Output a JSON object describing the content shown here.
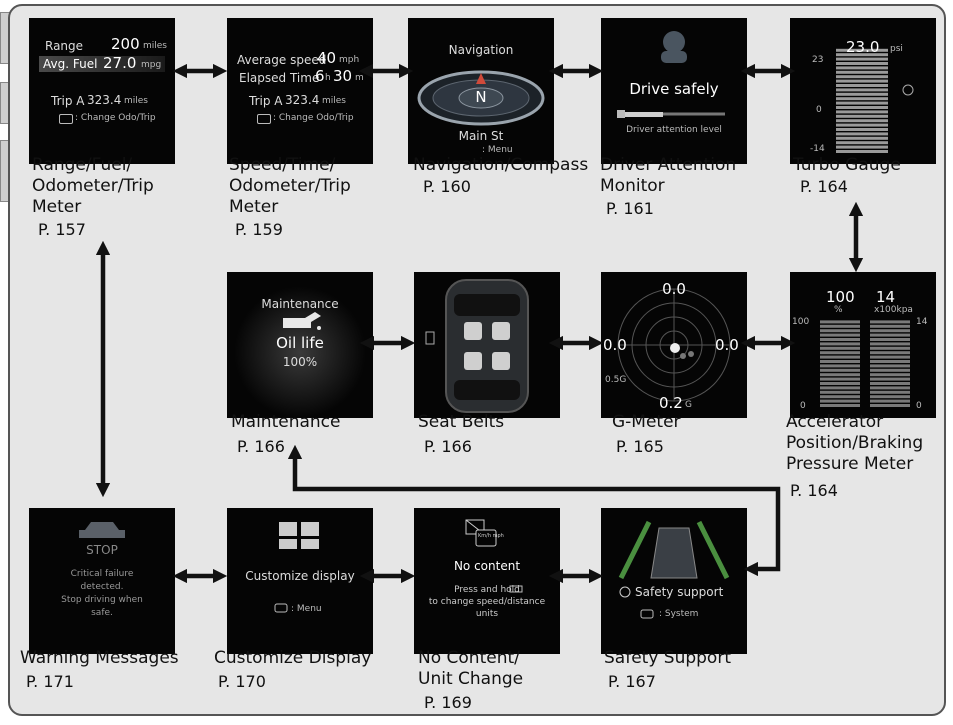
{
  "screens": {
    "range_fuel": {
      "caption": "Range/Fuel/\nOdometer/Trip\nMeter",
      "page": "P. 157",
      "range_label": "Range",
      "range_value": "200",
      "range_unit": "miles",
      "fuel_label": "Avg. Fuel",
      "fuel_value": "27.0",
      "fuel_unit": "mpg",
      "trip_label": "Trip A",
      "trip_value": "323.4",
      "trip_unit": "miles",
      "hint": ": Change Odo/Trip"
    },
    "speed_time": {
      "caption": "Speed/Time/\nOdometer/Trip\nMeter",
      "page": "P. 159",
      "speed_label": "Average speed",
      "speed_value": "40",
      "speed_unit": "mph",
      "time_label": "Elapsed Time",
      "time_h": "6",
      "time_h_unit": "h",
      "time_m": "30",
      "time_m_unit": "m",
      "trip_label": "Trip A",
      "trip_value": "323.4",
      "trip_unit": "miles",
      "hint": ": Change Odo/Trip"
    },
    "navigation": {
      "caption": "Navigation/Compass",
      "page": "P. 160",
      "title": "Navigation",
      "heading": "N",
      "street": "Main St",
      "hint": ": Menu"
    },
    "driver_attention": {
      "caption": "Driver Attention\nMonitor",
      "page": "P. 161",
      "title": "Drive safely",
      "level_label": "Driver attention level"
    },
    "turbo": {
      "caption": "Turbo Gauge",
      "page": "P. 164",
      "value": "23.0",
      "unit": "psi",
      "scale_top": "23",
      "scale_mid": "0",
      "scale_bottom": "-14"
    },
    "maintenance": {
      "caption": "Maintenance",
      "page": "P. 166",
      "title": "Maintenance",
      "item": "Oil life",
      "percent": "100%"
    },
    "seat_belts": {
      "caption": "Seat Belts",
      "page": "P. 166"
    },
    "g_meter": {
      "caption": "G-Meter",
      "page": "P. 165",
      "top": "0.0",
      "left": "0.0",
      "right": "0.0",
      "bottom_value": "0.2",
      "bottom_unit": "G",
      "ring_label": "0.5G"
    },
    "accelerator": {
      "caption": "Accelerator\nPosition/Braking\nPressure Meter",
      "page": "P. 164",
      "accel_value": "100",
      "accel_unit": "%",
      "brake_value": "14",
      "brake_unit": "x100kpa",
      "left_top": "100",
      "left_bottom": "0",
      "right_top": "14",
      "right_bottom": "0"
    },
    "warning": {
      "caption": "Warning Messages",
      "page": "P. 171",
      "title": "STOP",
      "message": "Critical failure\ndetected.\nStop driving when\nsafe."
    },
    "customize": {
      "caption": "Customize Display",
      "page": "P. 170",
      "title": "Customize display",
      "hint": ": Menu"
    },
    "no_content": {
      "caption": "No Content/\nUnit Change",
      "page": "P. 169",
      "title": "No content",
      "icon_text": "Km/h mph",
      "instruction": "Press and hold\nto change speed/distance\nunits"
    },
    "safety": {
      "caption": "Safety Support",
      "page": "P. 167",
      "title": "Safety support",
      "hint": ": System"
    }
  },
  "colors": {
    "frame_bg": "#e6e6e6",
    "screen_bg": "#050505",
    "arrow": "#111111",
    "accent_green": "#5bbf55"
  }
}
